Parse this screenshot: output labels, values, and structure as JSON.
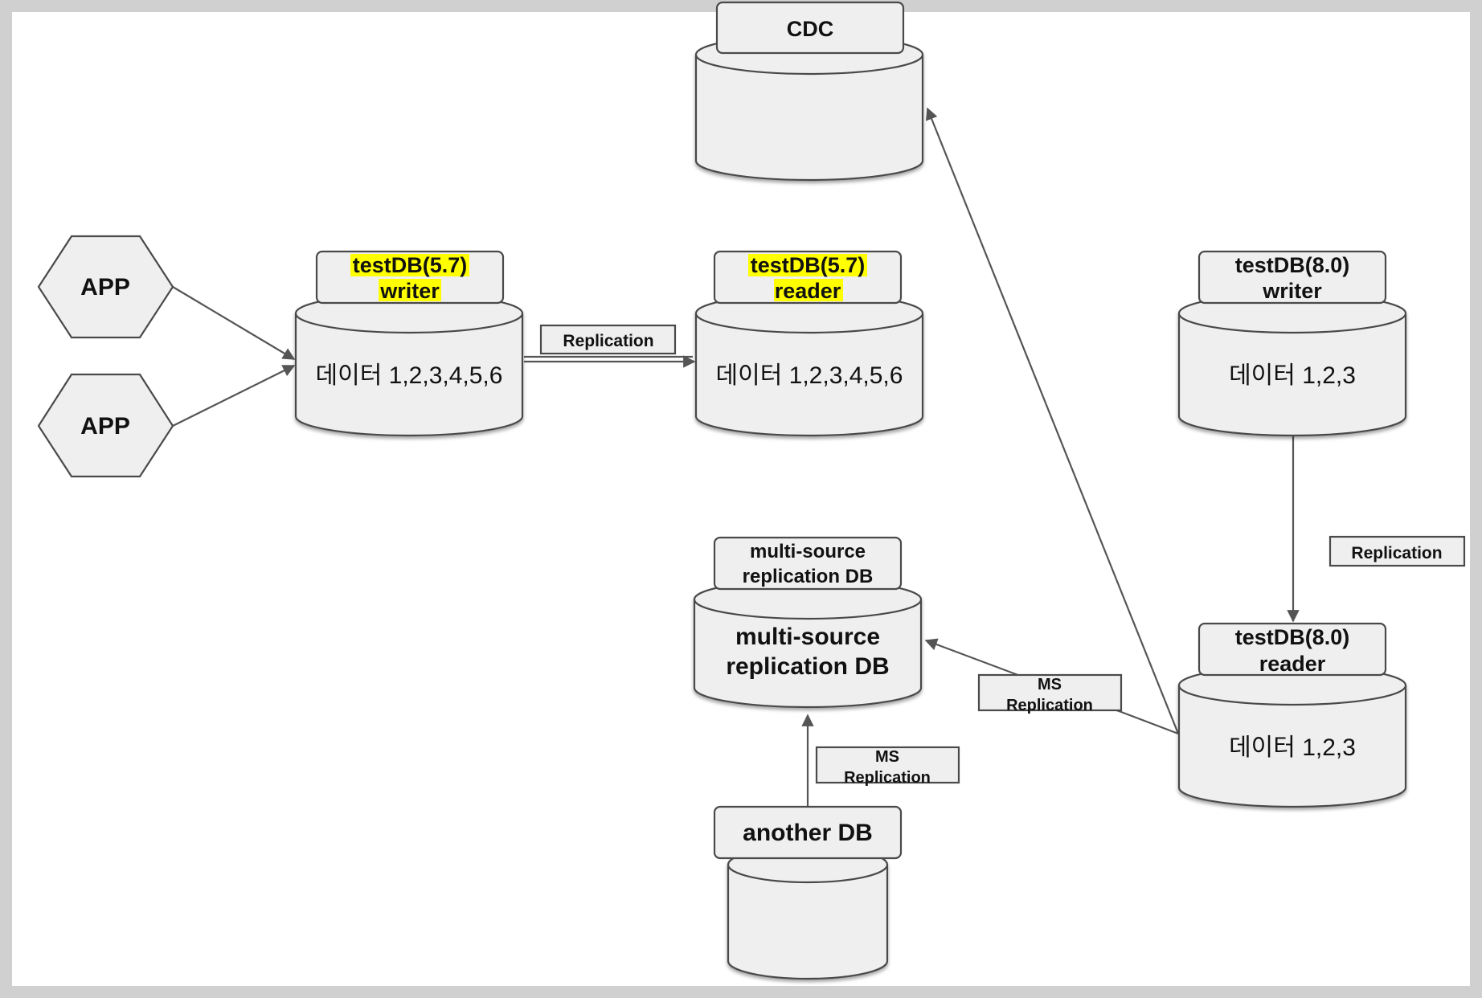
{
  "apps": [
    {
      "label": "APP"
    },
    {
      "label": "APP"
    }
  ],
  "cdc": {
    "label": "CDC"
  },
  "db57_writer": {
    "name_line1": "testDB(5.7)",
    "name_line2": "writer",
    "body": "데이터 1,2,3,4,5,6",
    "highlight": "#ffff00"
  },
  "db57_reader": {
    "name_line1": "testDB(5.7)",
    "name_line2": "reader",
    "body": "데이터 1,2,3,4,5,6",
    "highlight": "#ffff00"
  },
  "db80_writer": {
    "name_line1": "testDB(8.0)",
    "name_line2": "writer",
    "body": "데이터 1,2,3"
  },
  "db80_reader": {
    "name_line1": "testDB(8.0)",
    "name_line2": "reader",
    "body": "데이터 1,2,3"
  },
  "msdb": {
    "name_line1": "multi-source",
    "name_line2": "replication DB",
    "body_line1": "multi-source",
    "body_line2": "replication DB"
  },
  "another_db": {
    "label": "another DB"
  },
  "edge_labels": {
    "replication_57": "Replication",
    "replication_80": "Replication",
    "ms_replication_a_line1": "MS",
    "ms_replication_a_line2": "Replication",
    "ms_replication_b_line1": "MS",
    "ms_replication_b_line2": "Replication"
  }
}
